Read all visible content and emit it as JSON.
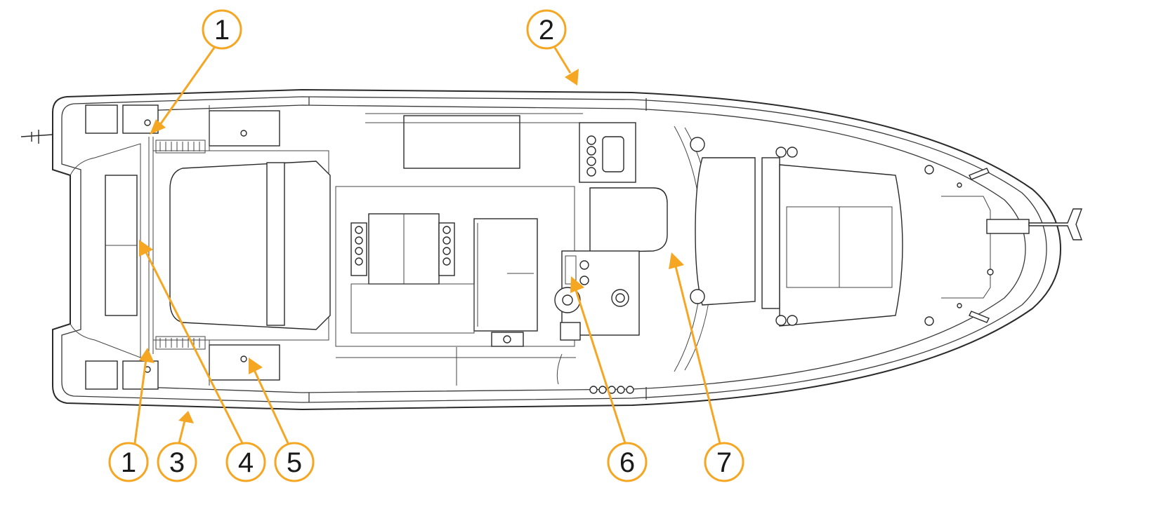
{
  "callouts": [
    {
      "id": "c1-top",
      "label": "1"
    },
    {
      "id": "c2",
      "label": "2"
    },
    {
      "id": "c1-bottom",
      "label": "1"
    },
    {
      "id": "c3",
      "label": "3"
    },
    {
      "id": "c4",
      "label": "4"
    },
    {
      "id": "c5",
      "label": "5"
    },
    {
      "id": "c6",
      "label": "6"
    },
    {
      "id": "c7",
      "label": "7"
    }
  ],
  "colors": {
    "accent": "#f5a623",
    "line": "#2a2a2a",
    "background": "#ffffff"
  }
}
